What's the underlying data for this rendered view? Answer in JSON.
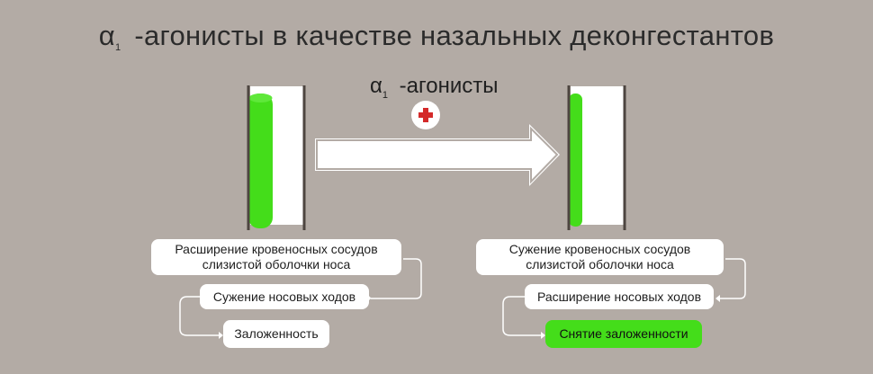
{
  "title": {
    "symbol": "α",
    "subscript": "1",
    "text": " -агонисты в качестве назальных деконгестантов"
  },
  "arrow_label": {
    "symbol": "α",
    "subscript": "1",
    "text": " -агонисты"
  },
  "colors": {
    "background": "#b3aba5",
    "vessel_green": "#44dd1a",
    "plus_red": "#d42a2a",
    "box_white": "#ffffff"
  },
  "left_chain": {
    "step1": "Расширение кровеносных сосудов слизистой оболочки носа",
    "step2": "Сужение носовых ходов",
    "step3": "Заложенность"
  },
  "right_chain": {
    "step1": "Сужение кровеносных сосудов слизистой оболочки носа",
    "step2": "Расширение носовых ходов",
    "step3": "Снятие заложенности"
  }
}
